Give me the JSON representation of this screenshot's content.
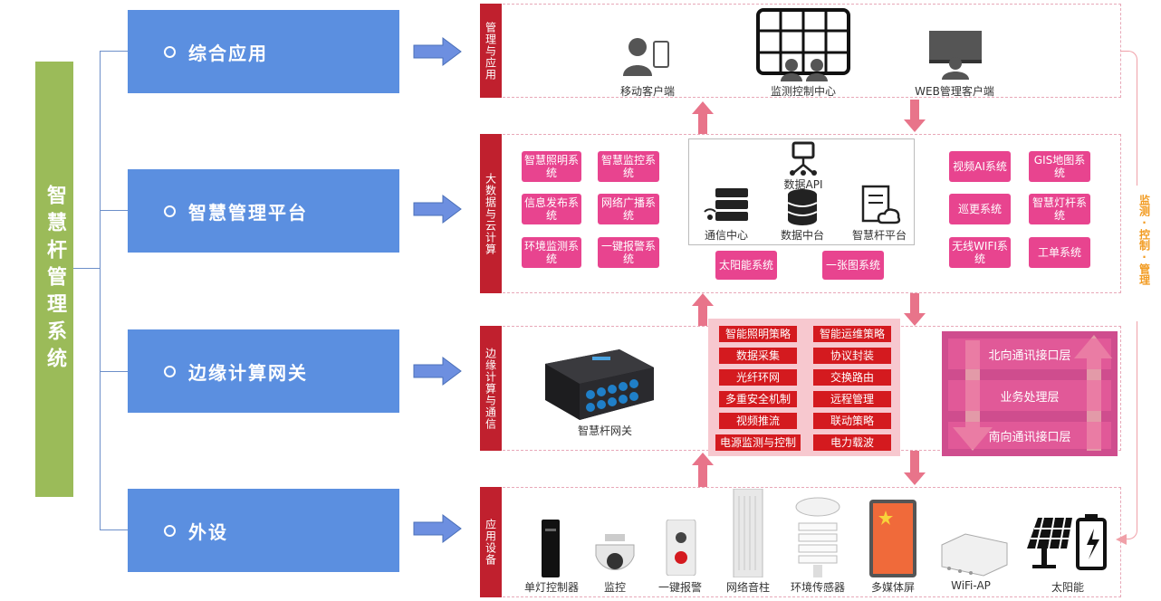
{
  "system_title": "智慧杆管理系统",
  "left_modules": [
    "综合应用",
    "智慧管理平台",
    "边缘计算网关",
    "外设"
  ],
  "side_label": "监测·控制·管理",
  "layer_labels": [
    "管理与应用",
    "大数据与云计算",
    "边缘计算与通信",
    "应用设备"
  ],
  "management": {
    "items": [
      "移动客户端",
      "监测控制中心",
      "WEB管理客户端"
    ]
  },
  "platform": {
    "left_systems": [
      "智慧照明系统",
      "智慧监控系统",
      "信息发布系统",
      "网络广播系统",
      "环境监测系统",
      "一键报警系统"
    ],
    "center": {
      "api": "数据API",
      "comm": "通信中心",
      "data": "数据中台",
      "pole": "智慧杆平台"
    },
    "bottom_systems": [
      "太阳能系统",
      "一张图系统"
    ],
    "right_systems": [
      "视频AI系统",
      "GIS地图系统",
      "巡更系统",
      "智慧灯杆系统",
      "无线WIFI系统",
      "工单系统"
    ]
  },
  "edge": {
    "gateway_label": "智慧杆网关",
    "left_functions": [
      "智能照明策略",
      "数据采集",
      "光纤环网",
      "多重安全机制",
      "视频推流",
      "电源监测与控制"
    ],
    "right_functions": [
      "智能运维策略",
      "协议封装",
      "交换路由",
      "远程管理",
      "联动策略",
      "电力载波"
    ],
    "interface_layers": [
      "北向通讯接口层",
      "业务处理层",
      "南向通讯接口层"
    ]
  },
  "devices": [
    "单灯控制器",
    "监控",
    "一键报警",
    "网络音柱",
    "环境传感器",
    "多媒体屏",
    "WiFi-AP",
    "太阳能"
  ],
  "colors": {
    "green": "#9bbb59",
    "blue": "#5b8fe0",
    "red": "#c0202e",
    "pink": "#e8448f",
    "orange": "#f29b21"
  }
}
